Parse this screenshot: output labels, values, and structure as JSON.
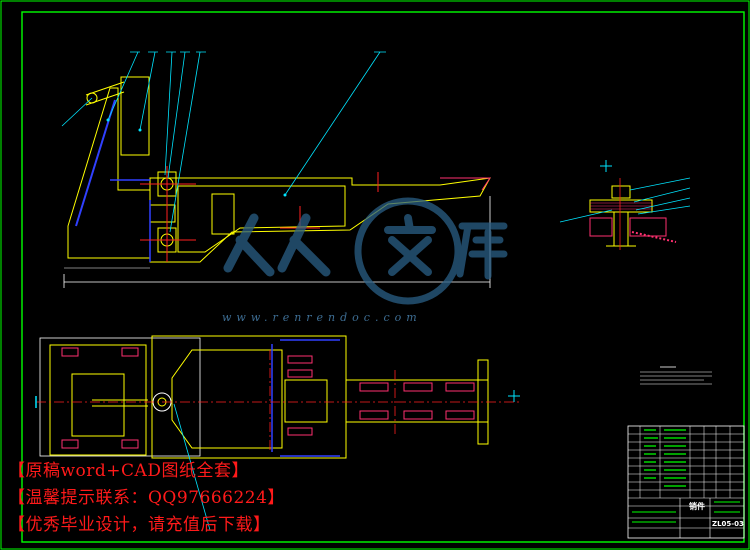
{
  "watermark": {
    "url": "www.renrendoc.com"
  },
  "promo": {
    "line1": "【原稿word+CAD图纸全套】",
    "line2": "【温馨提示联系：QQ97666224】",
    "line3": "【优秀毕业设计，请充值后下载】"
  },
  "title_block": {
    "part_name": "销件",
    "drawing_no": "ZL05-03"
  },
  "colors": {
    "frame": "#00ff00",
    "part_outline": "#ffff00",
    "leader": "#00e5ff",
    "hidden_line": "#3040ff",
    "center_line": "#ff2020",
    "dimension": "#ffffff",
    "section_hatch": "#ff3070",
    "watermark": "#2a5f86",
    "promo_text": "#ff1a1a"
  }
}
